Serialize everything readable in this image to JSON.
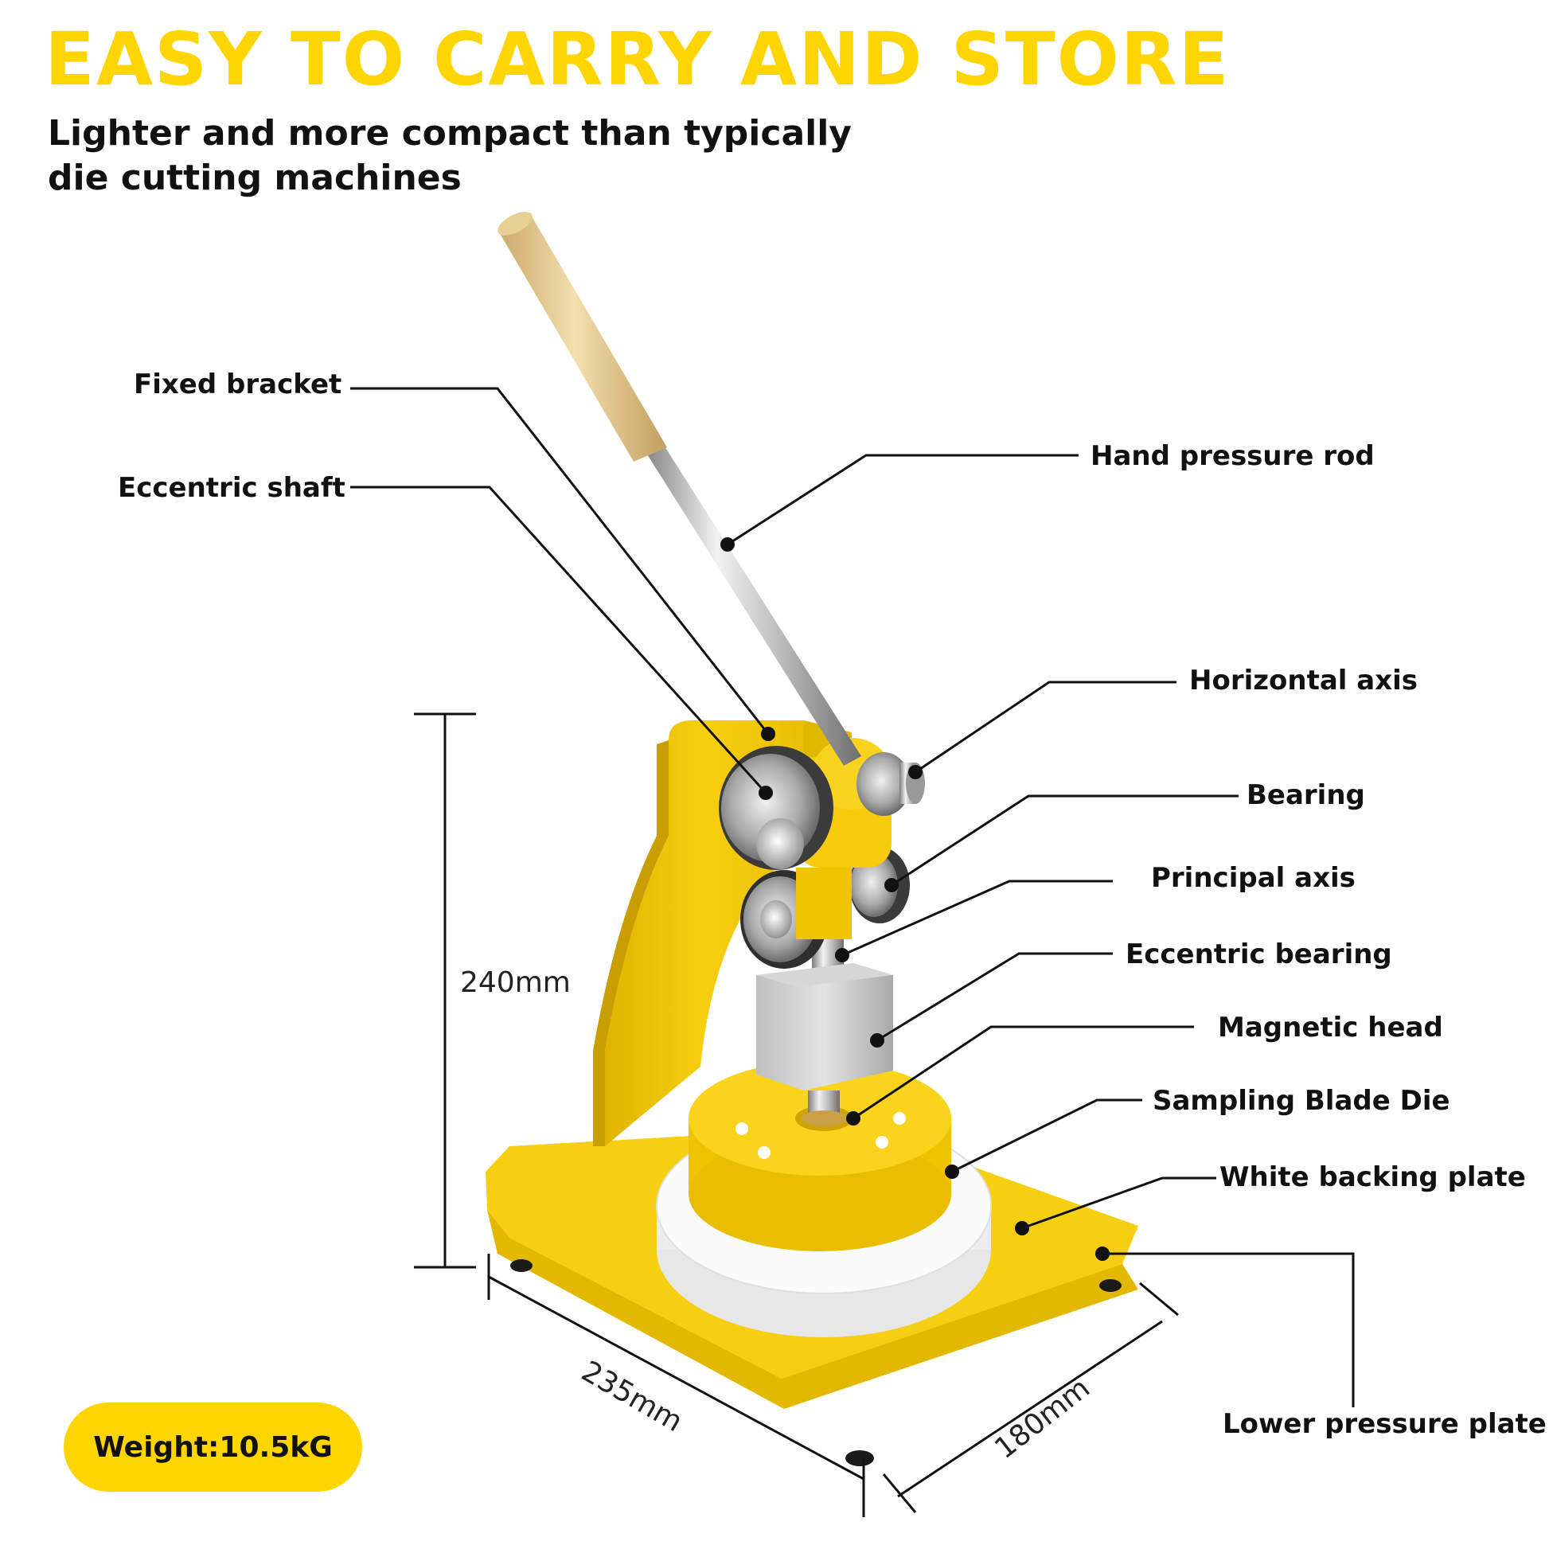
{
  "header": {
    "title": "EASY TO CARRY AND STORE",
    "subtitle_lines": [
      "Lighter and more compact than typically",
      "die cutting machines"
    ]
  },
  "parts": {
    "fixed_bracket": "Fixed bracket",
    "eccentric_shaft": "Eccentric shaft",
    "hand_pressure_rod": "Hand pressure rod",
    "horizontal_axis": "Horizontal axis",
    "bearing": "Bearing",
    "principal_axis": "Principal axis",
    "eccentric_bearing": "Eccentric bearing",
    "magnetic_head": "Magnetic head",
    "sampling_blade_die": "Sampling Blade Die",
    "white_backing_plate": "White backing plate",
    "lower_pressure_plate": "Lower pressure plate"
  },
  "dimensions": {
    "height": "240mm",
    "length": "235mm",
    "width": "180mm"
  },
  "weight_badge": "Weight:10.5kG",
  "colors": {
    "accent": "#FFD500",
    "machine_yellow": "#F6CC14",
    "text": "#111111"
  }
}
